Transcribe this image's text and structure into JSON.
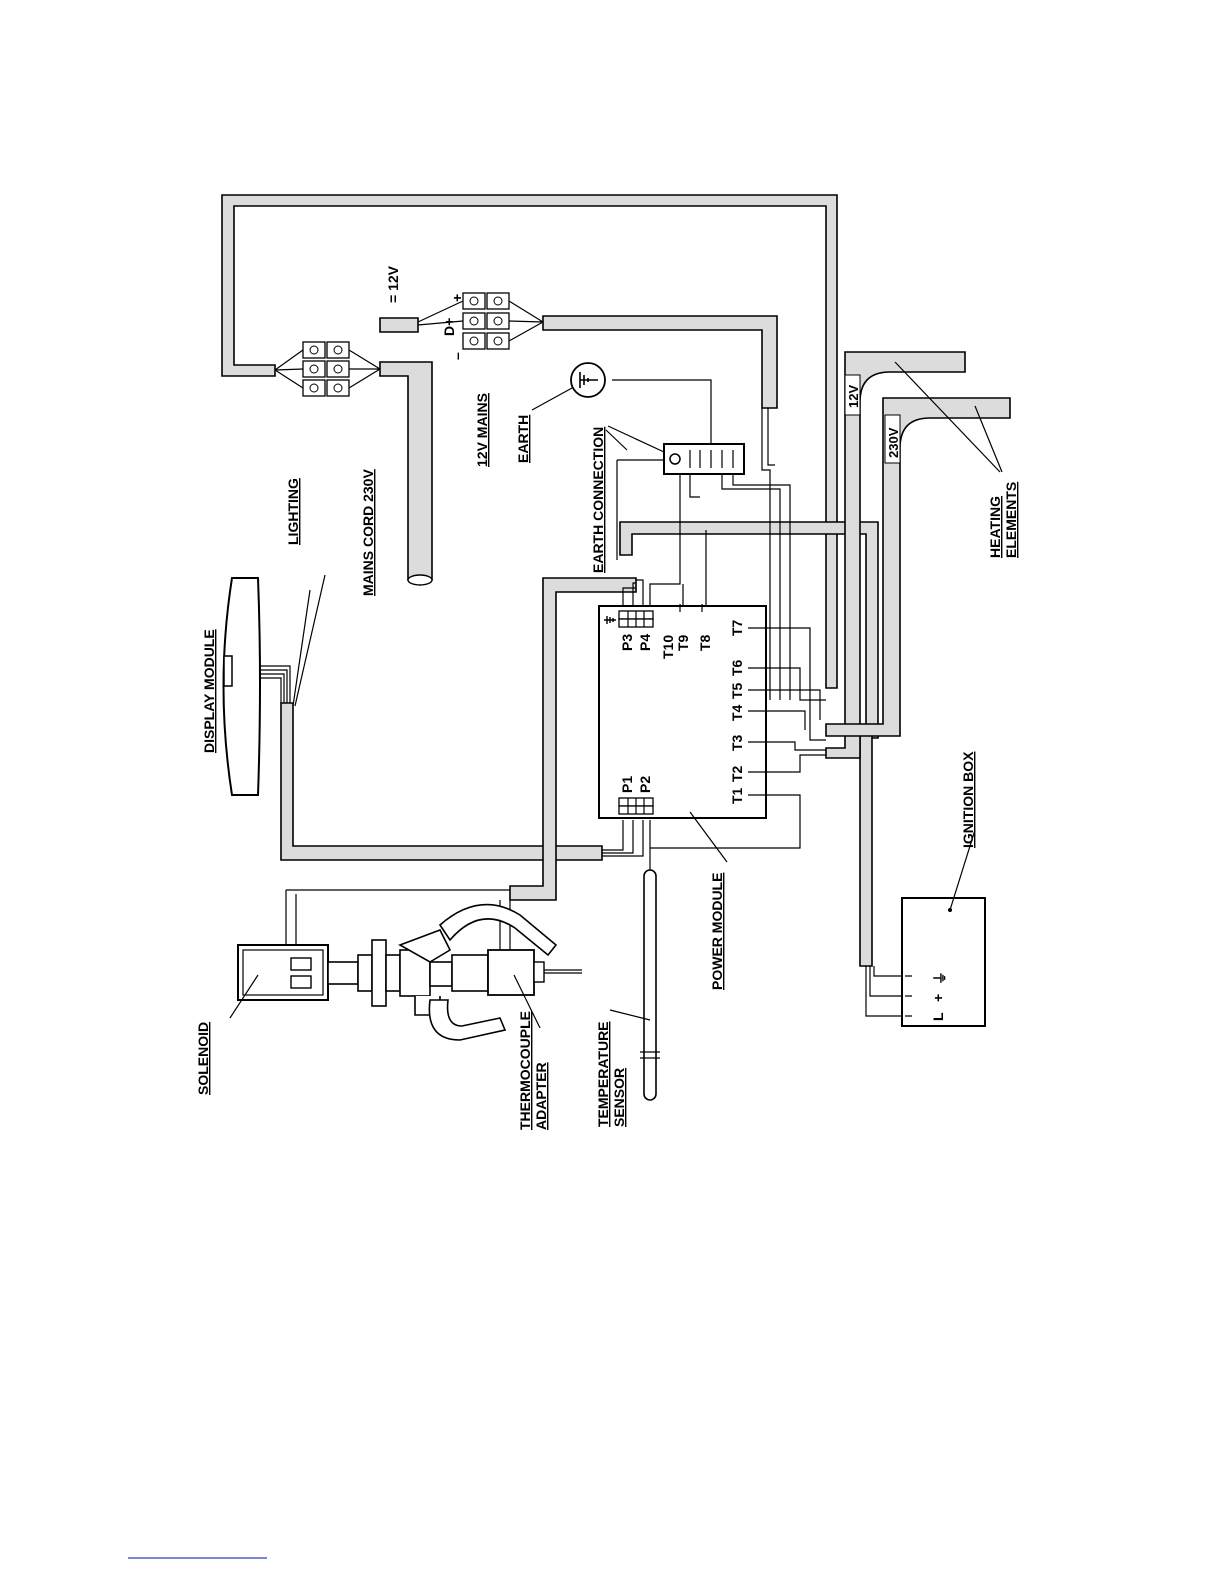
{
  "labels": {
    "display_module": "DISPLAY MODULE",
    "lighting": "LIGHTING",
    "mains_cord": "MAINS CORD 230V",
    "mains_12v": "12V MAINS",
    "earth": "EARTH",
    "earth_connection": "EARTH CONNECTION",
    "v12_dc": "= 12V",
    "d_plus": "D+",
    "plus": "+",
    "minus": "–",
    "heating_elements_1": "HEATING",
    "heating_elements_2": "ELEMENTS",
    "v12": "12V",
    "v230": "230V",
    "solenoid": "SOLENOID",
    "thermocouple_1": "THERMOCOUPLE",
    "thermocouple_2": "ADAPTER",
    "temp_sensor_1": "TEMPERATURE",
    "temp_sensor_2": "SENSOR",
    "power_module": "POWER MODULE",
    "ignition_box": "IGNITION BOX"
  },
  "power_module_terminals": {
    "p1": "P1",
    "p2": "P2",
    "p3": "P3",
    "p4": "P4",
    "t1": "T1",
    "t2": "T2",
    "t3": "T3",
    "t4": "T4",
    "t5": "T5",
    "t6": "T6",
    "t7": "T7",
    "t8": "T8",
    "t9": "T9",
    "t10": "T10"
  },
  "ignition_terminals": {
    "earth_symbol": "⏚",
    "plus": "+",
    "l": "L"
  },
  "colors": {
    "cable_fill": "#dcdcdc",
    "line": "#000000",
    "footer_link": "#4a5ec9"
  }
}
